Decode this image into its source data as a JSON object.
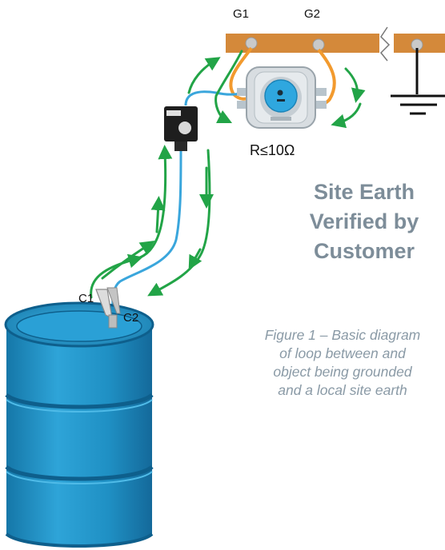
{
  "labels": {
    "g1": "G1",
    "g2": "G2",
    "c1": "C1",
    "c2": "C2",
    "resistance": "R≤10Ω"
  },
  "heading": [
    "Site Earth",
    "Verified by",
    "Customer"
  ],
  "caption": [
    "Figure 1 – Basic diagram",
    "of loop between and",
    "object being grounded",
    "and a local site earth"
  ],
  "colors": {
    "busbar": "#d4893a",
    "cable_blue": "#3aa6dc",
    "cable_orange": "#f29a2e",
    "loop_arrow": "#22a447",
    "drum": "#1f90c4",
    "heading_text": "#7d8d99",
    "caption_text": "#8a9aa6"
  },
  "icons": [
    "earth-ground-icon",
    "break-symbol-icon",
    "clamp-icon",
    "monitor-unit-icon",
    "indicator-box-icon",
    "drum-icon"
  ]
}
